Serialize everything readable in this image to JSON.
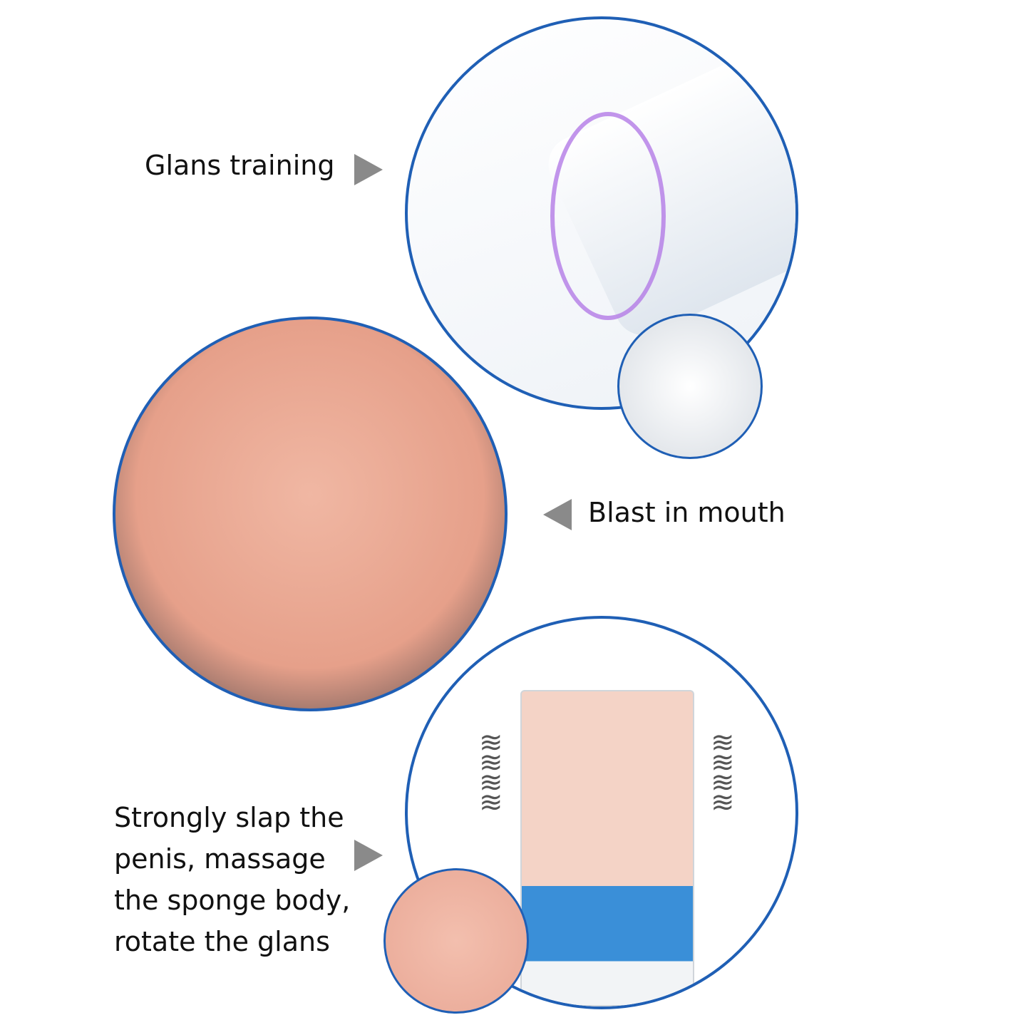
{
  "features": [
    {
      "label": "Glans training"
    },
    {
      "label": "Blast in mouth"
    },
    {
      "lines": [
        "Strongly slap the",
        "penis, massage",
        "the sponge body,",
        "rotate the glans"
      ]
    }
  ],
  "colors": {
    "circle_border": "#1f5fb5",
    "arrow": "#8a8a8a",
    "water": "#3a8fd8"
  }
}
